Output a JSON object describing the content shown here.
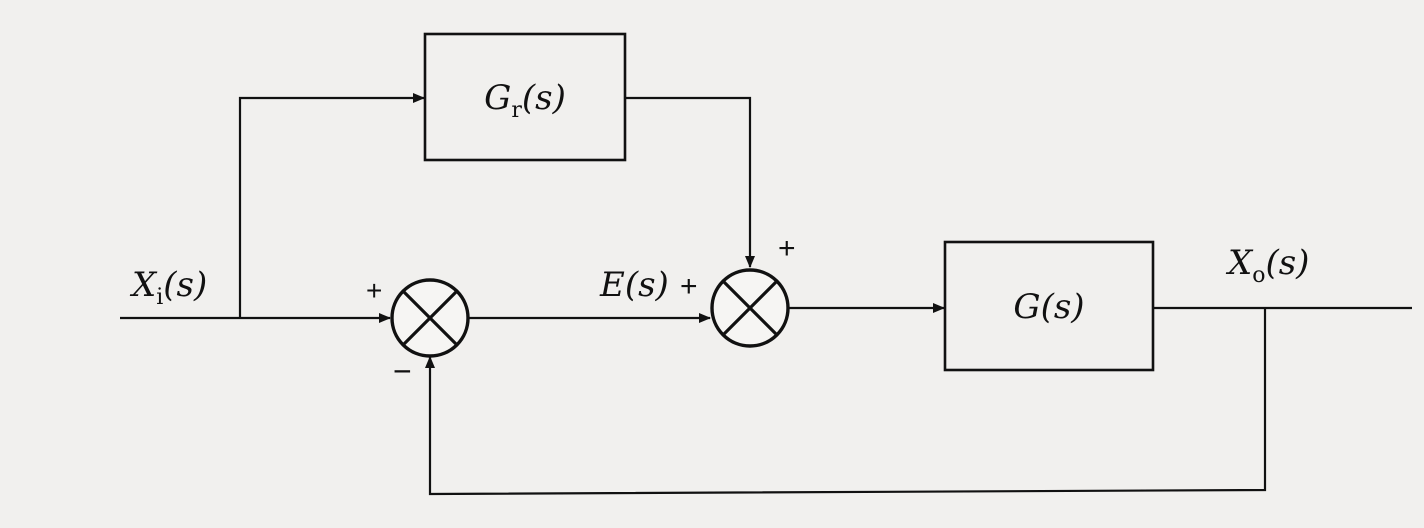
{
  "blocks": {
    "gr": {
      "symbol": "G",
      "subscript": "r",
      "arg": "(s)"
    },
    "g": {
      "symbol": "G",
      "arg": "(s)"
    }
  },
  "signals": {
    "input": {
      "symbol": "X",
      "subscript": "i",
      "arg": "(s)"
    },
    "error": {
      "symbol": "E",
      "arg": "(s)"
    },
    "output": {
      "symbol": "X",
      "subscript": "o",
      "arg": "(s)"
    }
  },
  "signs": {
    "sum1_input": "+",
    "sum1_feedback": "−",
    "sum2_error": "+",
    "sum2_feedforward": "+"
  },
  "colors": {
    "line": "#111111",
    "background": "#f1f0ee"
  }
}
